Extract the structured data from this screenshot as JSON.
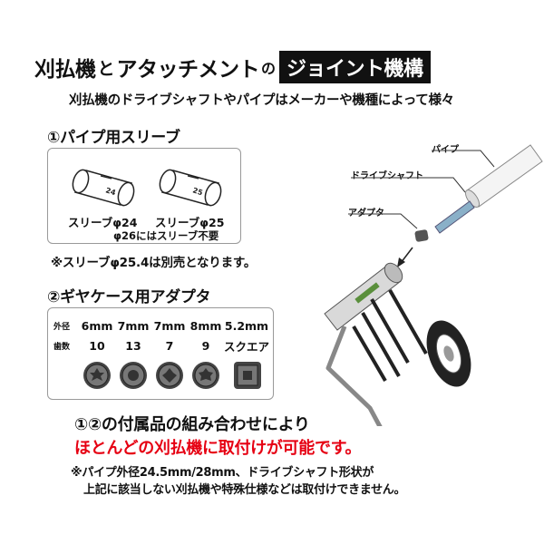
{
  "title": {
    "part1": "刈払機",
    "part2": "と",
    "part3": "アタッチメント",
    "part4": "の",
    "highlight": "ジョイント機構"
  },
  "subtitle": "刈払機のドライブシャフトやパイプはメーカーや機種によって様々",
  "section1": {
    "heading": "①パイプ用スリーブ",
    "sleeves": [
      {
        "label": "スリーブφ24",
        "mark": "24"
      },
      {
        "label": "スリーブφ25",
        "mark": "25"
      }
    ],
    "note_inside": "φ26にはスリーブ不要",
    "note_outside": "※スリーブφ25.4は別売となります。"
  },
  "section2": {
    "heading": "②ギヤケース用アダプタ",
    "row1_label": "外径",
    "row2_label": "歯数",
    "adapters": [
      {
        "od": "6mm",
        "teeth": "10"
      },
      {
        "od": "7mm",
        "teeth": "13"
      },
      {
        "od": "7mm",
        "teeth": "7"
      },
      {
        "od": "8mm",
        "teeth": "9"
      },
      {
        "od": "5.2mm",
        "teeth": "スクエア"
      }
    ]
  },
  "callouts": {
    "pipe": "パイプ",
    "shaft": "ドライブシャフト",
    "adapter": "アダプタ"
  },
  "bottom": {
    "line1": "①②の付属品の組み合わせにより",
    "line2": "ほとんどの刈払機に取付けが可能です。",
    "foot1": "※パイプ外径24.5mm/28mm、ドライブシャフト形状が",
    "foot2": "上記に該当しない刈払機や特殊仕様などは取付けできません。"
  },
  "colors": {
    "accent_red": "#e60012",
    "title_box": "#111111"
  }
}
